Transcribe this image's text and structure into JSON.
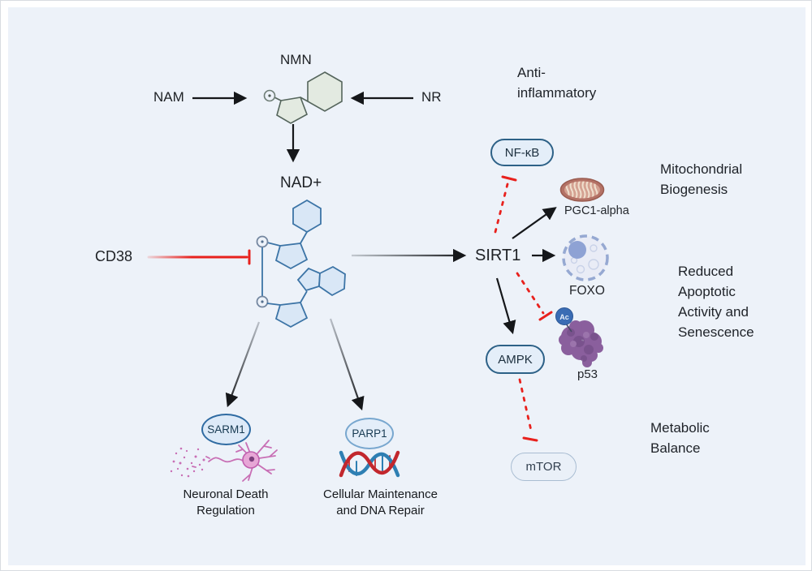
{
  "palette": {
    "panel_bg": "#edf2f9",
    "arrow_black": "#15171a",
    "inhibit_red": "#e8211d",
    "molecule_blue_stroke": "#3c74a6",
    "molecule_blue_fill": "#d9e7f6",
    "molecule_green_stroke": "#55655c",
    "molecule_green_fill": "#e3eae1",
    "pill_border_dark": "#2d6187",
    "pill_border_light": "#a9bdd2",
    "p53_purple": "#8a5f9d",
    "ac_badge_blue": "#3a6cb4",
    "mitochondria_brown": "#b47266",
    "neuron_pink": "#c86fb5",
    "dna_blue": "#2e7fb3",
    "dna_red": "#c2272d"
  },
  "nodes": {
    "nmn": {
      "label": "NMN"
    },
    "nam": {
      "label": "NAM"
    },
    "nr": {
      "label": "NR"
    },
    "nad": {
      "label": "NAD+"
    },
    "cd38": {
      "label": "CD38"
    },
    "sirt1": {
      "label": "SIRT1"
    },
    "nfkb": {
      "label": "NF-κB"
    },
    "pgc1": {
      "label": "PGC1-alpha"
    },
    "foxo": {
      "label": "FOXO"
    },
    "p53": {
      "label": "p53"
    },
    "ac": {
      "label": "Ac"
    },
    "ampk": {
      "label": "AMPK"
    },
    "mtor": {
      "label": "mTOR"
    },
    "sarm1": {
      "label": "SARM1"
    },
    "parp1": {
      "label": "PARP1"
    }
  },
  "annotations": {
    "anti_inflammatory": {
      "line1": "Anti-",
      "line2": "inflammatory"
    },
    "mito_biogenesis": {
      "line1": "Mitochondrial",
      "line2": "Biogenesis"
    },
    "reduced_apoptotic": {
      "line1": "Reduced",
      "line2": "Apoptotic",
      "line3": "Activity and",
      "line4": "Senescence"
    },
    "metabolic_balance": {
      "line1": "Metabolic",
      "line2": "Balance"
    },
    "neuronal": {
      "line1": "Neuronal Death",
      "line2": "Regulation"
    },
    "cellular": {
      "line1": "Cellular Maintenance",
      "line2": "and DNA Repair"
    }
  }
}
